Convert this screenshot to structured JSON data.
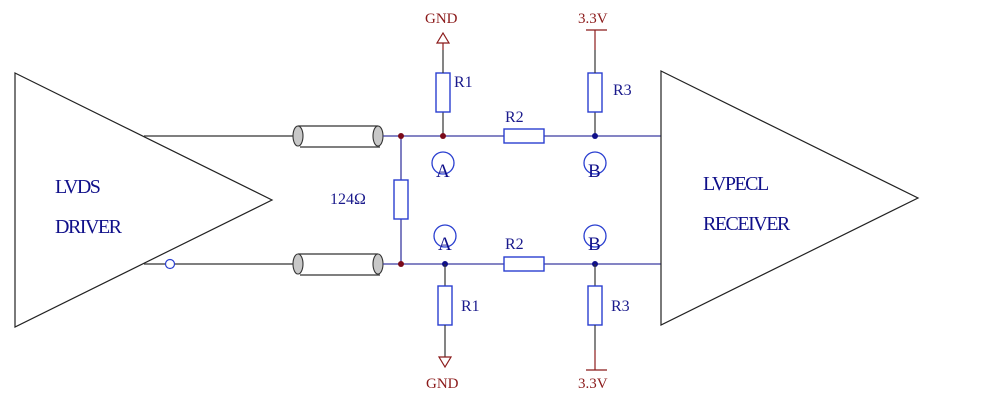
{
  "diagram": {
    "title": "LVDS to LVPECL termination schematic",
    "driver": {
      "line1": "LVDS",
      "line2": "DRIVER"
    },
    "receiver": {
      "line1": "LVPECL",
      "line2": "RECEIVER"
    },
    "termination_resistor": "124Ω",
    "top_branch": {
      "probe_a": "A",
      "probe_b": "B",
      "r1": "R1",
      "r2": "R2",
      "r3": "R3",
      "ground_label": "GND",
      "supply_label": "3.3V"
    },
    "bottom_branch": {
      "probe_a": "A",
      "probe_b": "B",
      "r1": "R1",
      "r2": "R2",
      "r3": "R3",
      "ground_label": "GND",
      "supply_label": "3.3V"
    },
    "colors": {
      "net": "#3a3aa0",
      "power": "#8b1a1a",
      "resistor": "#2a3fd0",
      "text": "#10108a"
    }
  }
}
